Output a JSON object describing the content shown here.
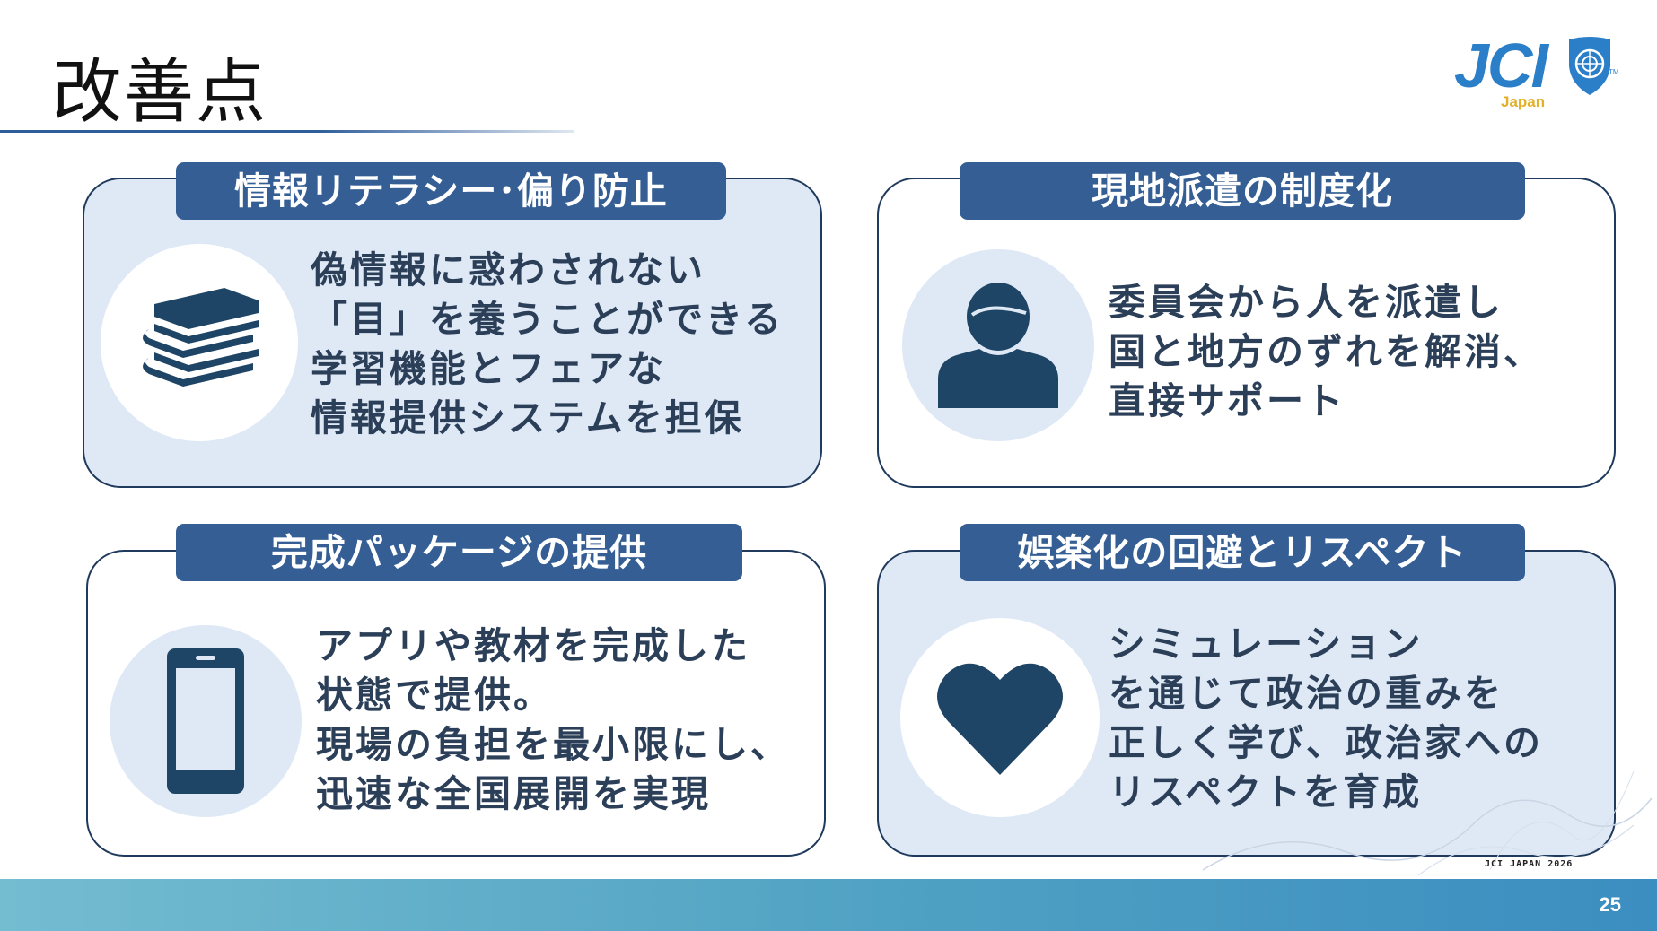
{
  "slide": {
    "title": "改善点",
    "footer_mark": "JCI JAPAN 2026",
    "page_number": "25"
  },
  "logo": {
    "text": "JCI",
    "sub": "Japan",
    "trademark": "TM",
    "colors": {
      "main": "#2b7fc8",
      "sub": "#e2b02a"
    }
  },
  "cards": [
    {
      "header": "情報リテラシー･偏り防止",
      "icon": "books-icon",
      "lines": [
        "偽情報に惑わされない",
        "「目」を養うことができる",
        "学習機能とフェアな",
        "情報提供システムを担保"
      ]
    },
    {
      "header": "現地派遣の制度化",
      "icon": "person-icon",
      "lines": [
        "委員会から人を派遣し",
        "国と地方のずれを解消、",
        "直接サポート"
      ]
    },
    {
      "header": "完成パッケージの提供",
      "icon": "smartphone-icon",
      "lines": [
        "アプリや教材を完成した",
        "状態で提供。",
        "現場の負担を最小限にし、",
        "迅速な全国展開を実現"
      ]
    },
    {
      "header": "娯楽化の回避とリスペクト",
      "icon": "heart-icon",
      "lines": [
        "シミュレーション",
        "を通じて政治の重みを",
        "正しく学び、政治家への",
        "リスペクトを育成"
      ]
    }
  ],
  "colors": {
    "header_bg": "#345e94",
    "card_fill": "#dfe9f6",
    "card_border": "#1f3a5c",
    "body_text": "#2c3f58",
    "icon": "#1f4566"
  }
}
